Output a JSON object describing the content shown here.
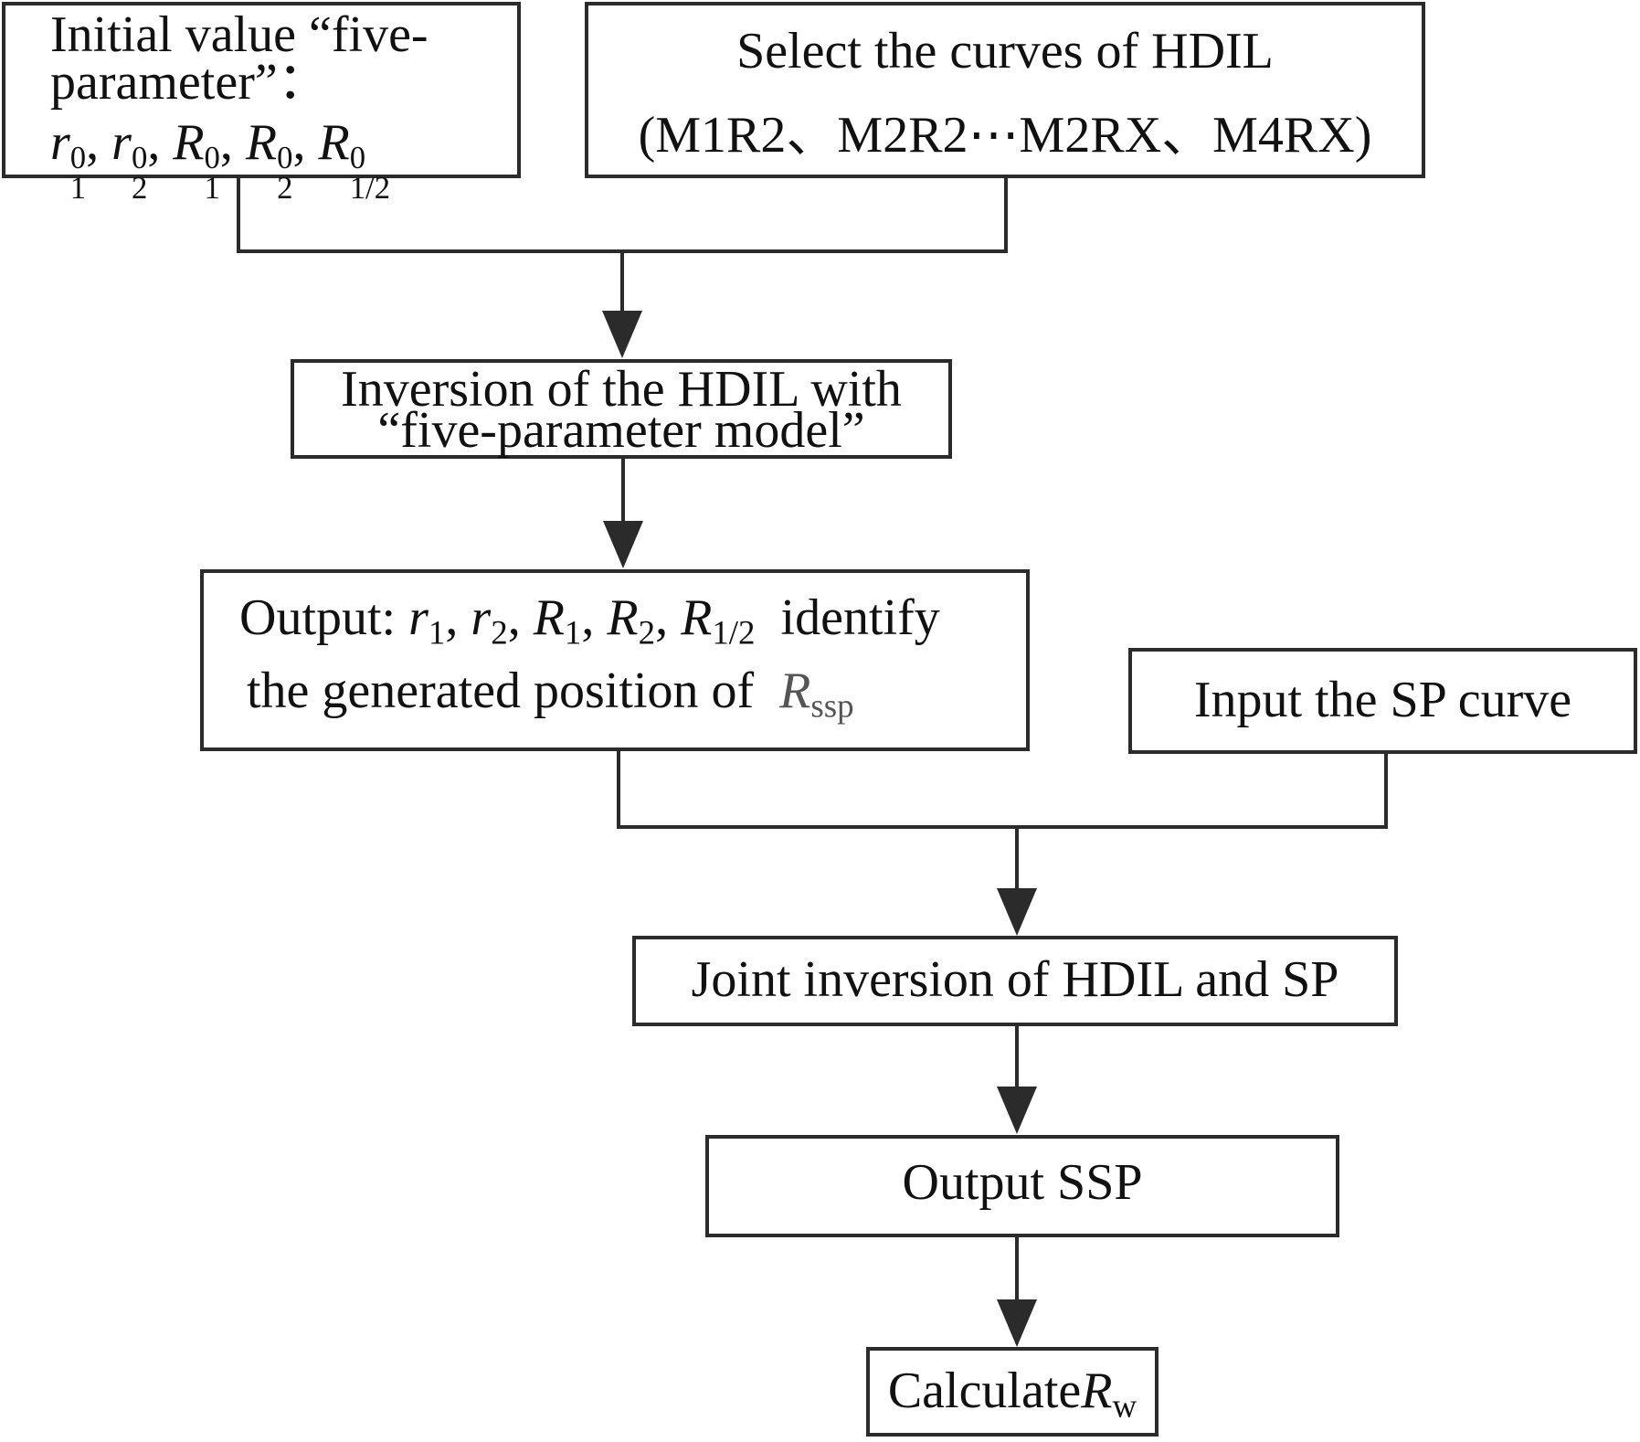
{
  "nodes": {
    "initial": {
      "line1": "Initial value “five-",
      "line2": "parameter”：",
      "params": {
        "r": "r",
        "R": "R",
        "sub1": "1",
        "sub2": "2",
        "sub12": "1/2",
        "sup0": "0",
        "sep": ","
      }
    },
    "select": {
      "line1": "Select the curves of HDIL",
      "line2": "(M1R2、M2R2⋯M2RX、M4RX)"
    },
    "inversion": {
      "line1": "Inversion of the HDIL with",
      "line2": "“five-parameter model”"
    },
    "output": {
      "label": "Output:",
      "suffix": "identify",
      "line2": "the generated position of",
      "ssp_sub": "ssp"
    },
    "sp_input": {
      "text": "Input the SP curve"
    },
    "joint": {
      "text": "Joint inversion of HDIL and SP"
    },
    "output_ssp": {
      "text": "Output SSP"
    },
    "calculate": {
      "text": "Calculate",
      "symbol": "R",
      "sub": "w"
    }
  }
}
